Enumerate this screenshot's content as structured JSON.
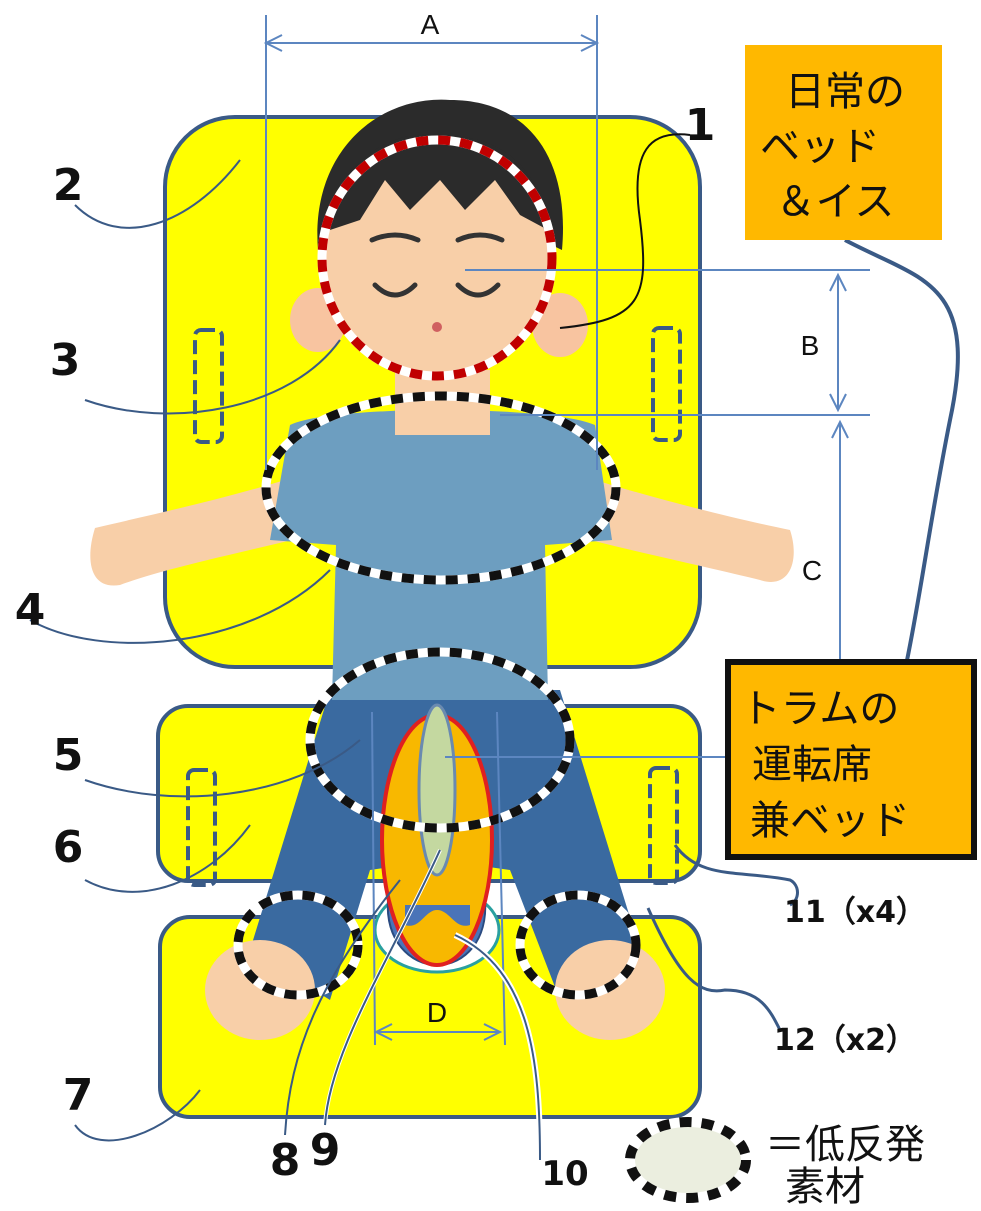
{
  "colors": {
    "cushion": "#ffff00",
    "cushion_border": "#3a5a86",
    "leader": "#3a5a86",
    "box_fill": "#ffb800",
    "dim_line": "#5c86c0",
    "shirt": "#6d9ec0",
    "pants": "#3a6aa0",
    "skin": "#f8cfa8",
    "hair": "#2b2b2b"
  },
  "dimensions": {
    "a": "A",
    "b": "B",
    "c": "C",
    "d": "D"
  },
  "part_labels": {
    "p1": "1",
    "p2": "2",
    "p3": "3",
    "p4": "4",
    "p5": "5",
    "p6": "6",
    "p7": "7",
    "p8": "8",
    "p9": "9",
    "p10": "10",
    "p11": "11（x4）",
    "p12": "12（x2）"
  },
  "box_daily": {
    "line1": "日常の",
    "line2": "ベッド",
    "line3": "＆イス"
  },
  "box_tram": {
    "line1": "トラムの",
    "line2": "運転席",
    "line3": "兼ベッド"
  },
  "legend": {
    "line1": "＝低反発",
    "line2": "素材"
  }
}
